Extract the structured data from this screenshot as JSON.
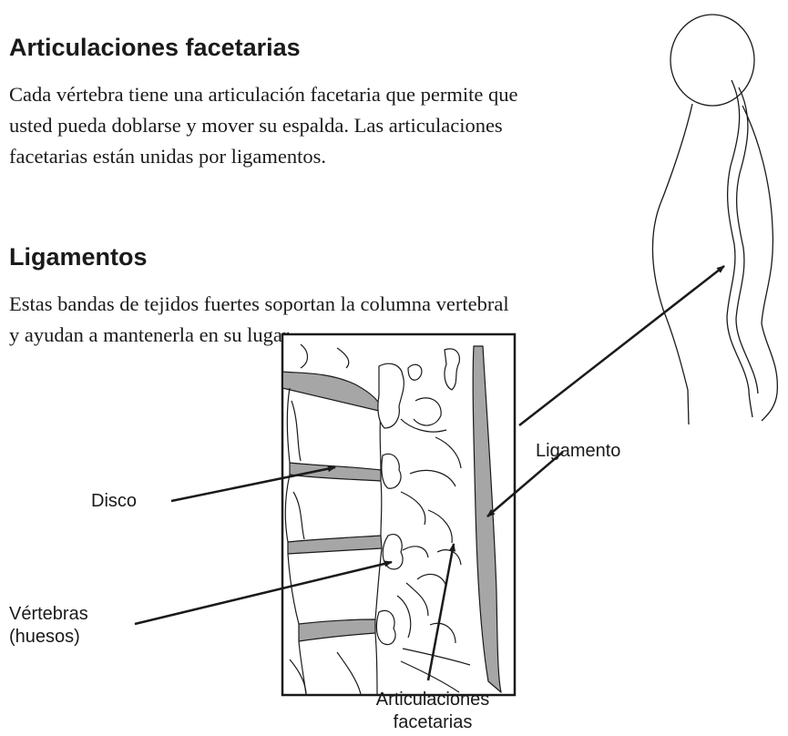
{
  "sections": {
    "facet": {
      "title": "Articulaciones facetarias",
      "body": "Cada vértebra tiene una articulación facetaria que permite que\nusted pueda doblarse y mover su espalda. Las articulaciones\nfacetarias están unidas por ligamentos."
    },
    "ligaments": {
      "title": "Ligamentos",
      "body": "Estas bandas de tejidos fuertes soportan la columna vertebral\ny ayudan a mantenerla en su lugar."
    }
  },
  "diagram": {
    "labels": {
      "disc": "Disco",
      "vertebrae": "Vértebras\n(huesos)",
      "ligament": "Ligamento",
      "facet_joints": "Articulaciones\nfacetarias"
    },
    "colors": {
      "ink": "#1a1a1a",
      "shade": "#a6a6a6"
    }
  }
}
